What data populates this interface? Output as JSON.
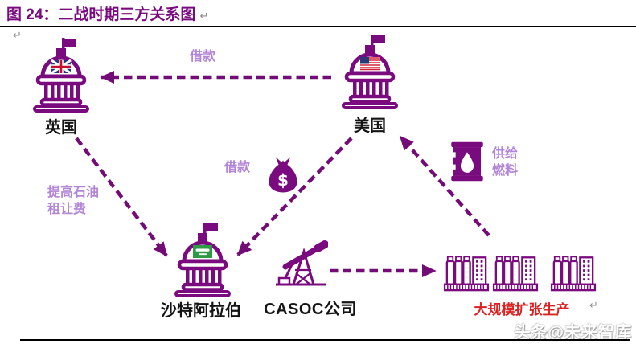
{
  "header": {
    "figure_label": "图 24：",
    "title": "二战时期三方关系图",
    "return_mark": "↵"
  },
  "nodes": {
    "uk": {
      "label": "英国"
    },
    "us": {
      "label": "美国"
    },
    "saudi": {
      "label": "沙特阿拉伯"
    },
    "casoc": {
      "label": "CASOC公司"
    },
    "factories": {
      "label": "大规模扩张生产"
    }
  },
  "edges": {
    "loan_us_to_uk": {
      "label": "借款"
    },
    "concession_uk_to_saudi": {
      "line1": "提高石油",
      "line2": "租让费"
    },
    "loan_us_to_saudi": {
      "label": "借款",
      "money_symbol": "$"
    },
    "fuel_factories_to_us": {
      "line1": "供给",
      "line2": "燃料"
    }
  },
  "watermark": {
    "text": "头条@未来智库"
  },
  "colors": {
    "primary": "#7a0b7e",
    "arrow": "#740c78",
    "label_light": "#b386d8",
    "red": "#dc2323",
    "ink": "#141414",
    "divider": "#000000"
  }
}
